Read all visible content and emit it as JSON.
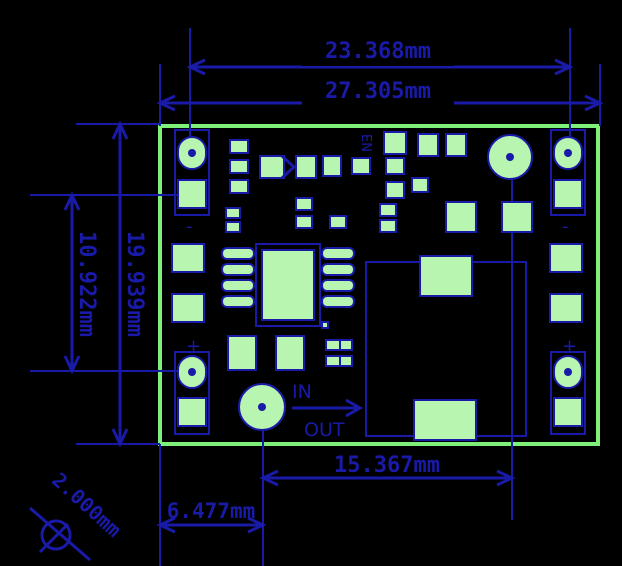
{
  "colors": {
    "background": "#000000",
    "board_outline": "#7ef07a",
    "copper_pad": "#b8f5b0",
    "dimension": "#1a1aa8"
  },
  "dimensions": {
    "d1": "23.368mm",
    "d2": "27.305mm",
    "d3": "19.939mm",
    "d4": "10.922mm",
    "d5": "15.367mm",
    "d6": "6.477mm",
    "d7": "2.000mm"
  },
  "silkscreen": {
    "en": "EN",
    "in": "IN",
    "out": "OUT",
    "minus_left": "-",
    "minus_right": "-",
    "plus_left": "+",
    "plus_right": "+"
  }
}
